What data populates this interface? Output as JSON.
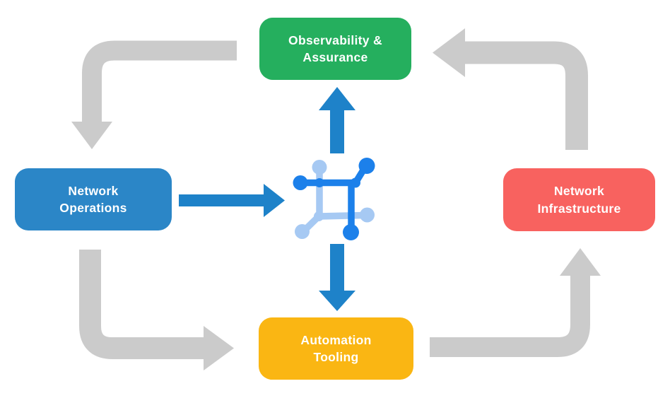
{
  "diagram": {
    "background": "#FFFFFF",
    "colors": {
      "gray_arrow": "#CBCBCB",
      "blue_arrow": "#1E82C9",
      "icon_dark": "#1C80EA",
      "icon_light": "#A6C9F3",
      "node_text": "#FFFFFF"
    },
    "nodes": {
      "observability": {
        "line1": "Observability &",
        "line2": "Assurance",
        "color": "#25AF5E"
      },
      "operations": {
        "line1": "Network",
        "line2": "Operations",
        "color": "#2B86C7"
      },
      "infrastructure": {
        "line1": "Network",
        "line2": "Infrastructure",
        "color": "#F8625F"
      },
      "automation": {
        "line1": "Automation",
        "line2": "Tooling",
        "color": "#FAB613"
      }
    },
    "center_icon": {
      "name": "network-fabric-icon"
    },
    "flows": {
      "outer_cycle": [
        {
          "from": "Observability & Assurance",
          "to": "Network Operations"
        },
        {
          "from": "Network Operations",
          "to": "Automation Tooling"
        },
        {
          "from": "Automation Tooling",
          "to": "Network Infrastructure"
        },
        {
          "from": "Network Infrastructure",
          "to": "Observability & Assurance"
        }
      ],
      "center_links": [
        {
          "from": "Network Operations",
          "to": "center"
        },
        {
          "from": "center",
          "to": "Observability & Assurance"
        },
        {
          "from": "center",
          "to": "Automation Tooling"
        }
      ]
    }
  }
}
